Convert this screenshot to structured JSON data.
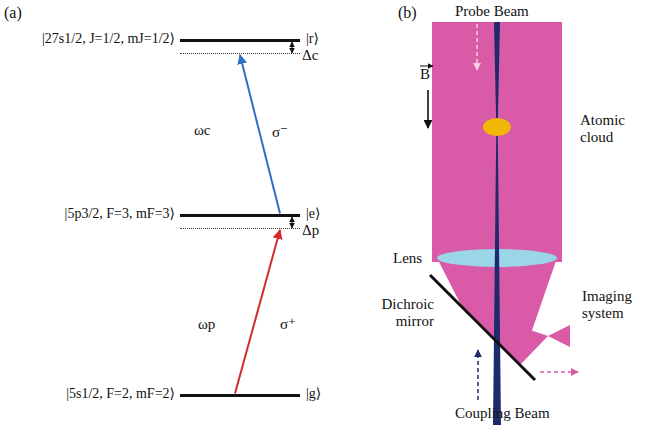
{
  "diagram": {
    "nodes": [
      {
        "text": [
          "|27s1/2, J=1/2, mJ=1/2⟩",
          "|r⟩"
        ]
      },
      {
        "text": [
          "|5p3/2, F=3, mF=3⟩",
          "|e⟩"
        ]
      },
      {
        "text": [
          "|5s1/2, F=2, mF=2⟩",
          "|g⟩"
        ]
      }
    ],
    "edges": [
      {
        "from": 2,
        "to": 1,
        "arrow": "to"
      },
      {
        "from": 1,
        "to": 0,
        "arrow": "to"
      }
    ],
    "labels": [
      "(a)",
      "(b)",
      "Δc",
      "Δp",
      "ωc",
      "σ⁻",
      "ωp",
      "σ⁺",
      "Probe Beam",
      "B",
      "Atomic cloud",
      "Lens",
      "Dichroic mirror",
      "Imaging system",
      "Coupling Beam"
    ]
  }
}
